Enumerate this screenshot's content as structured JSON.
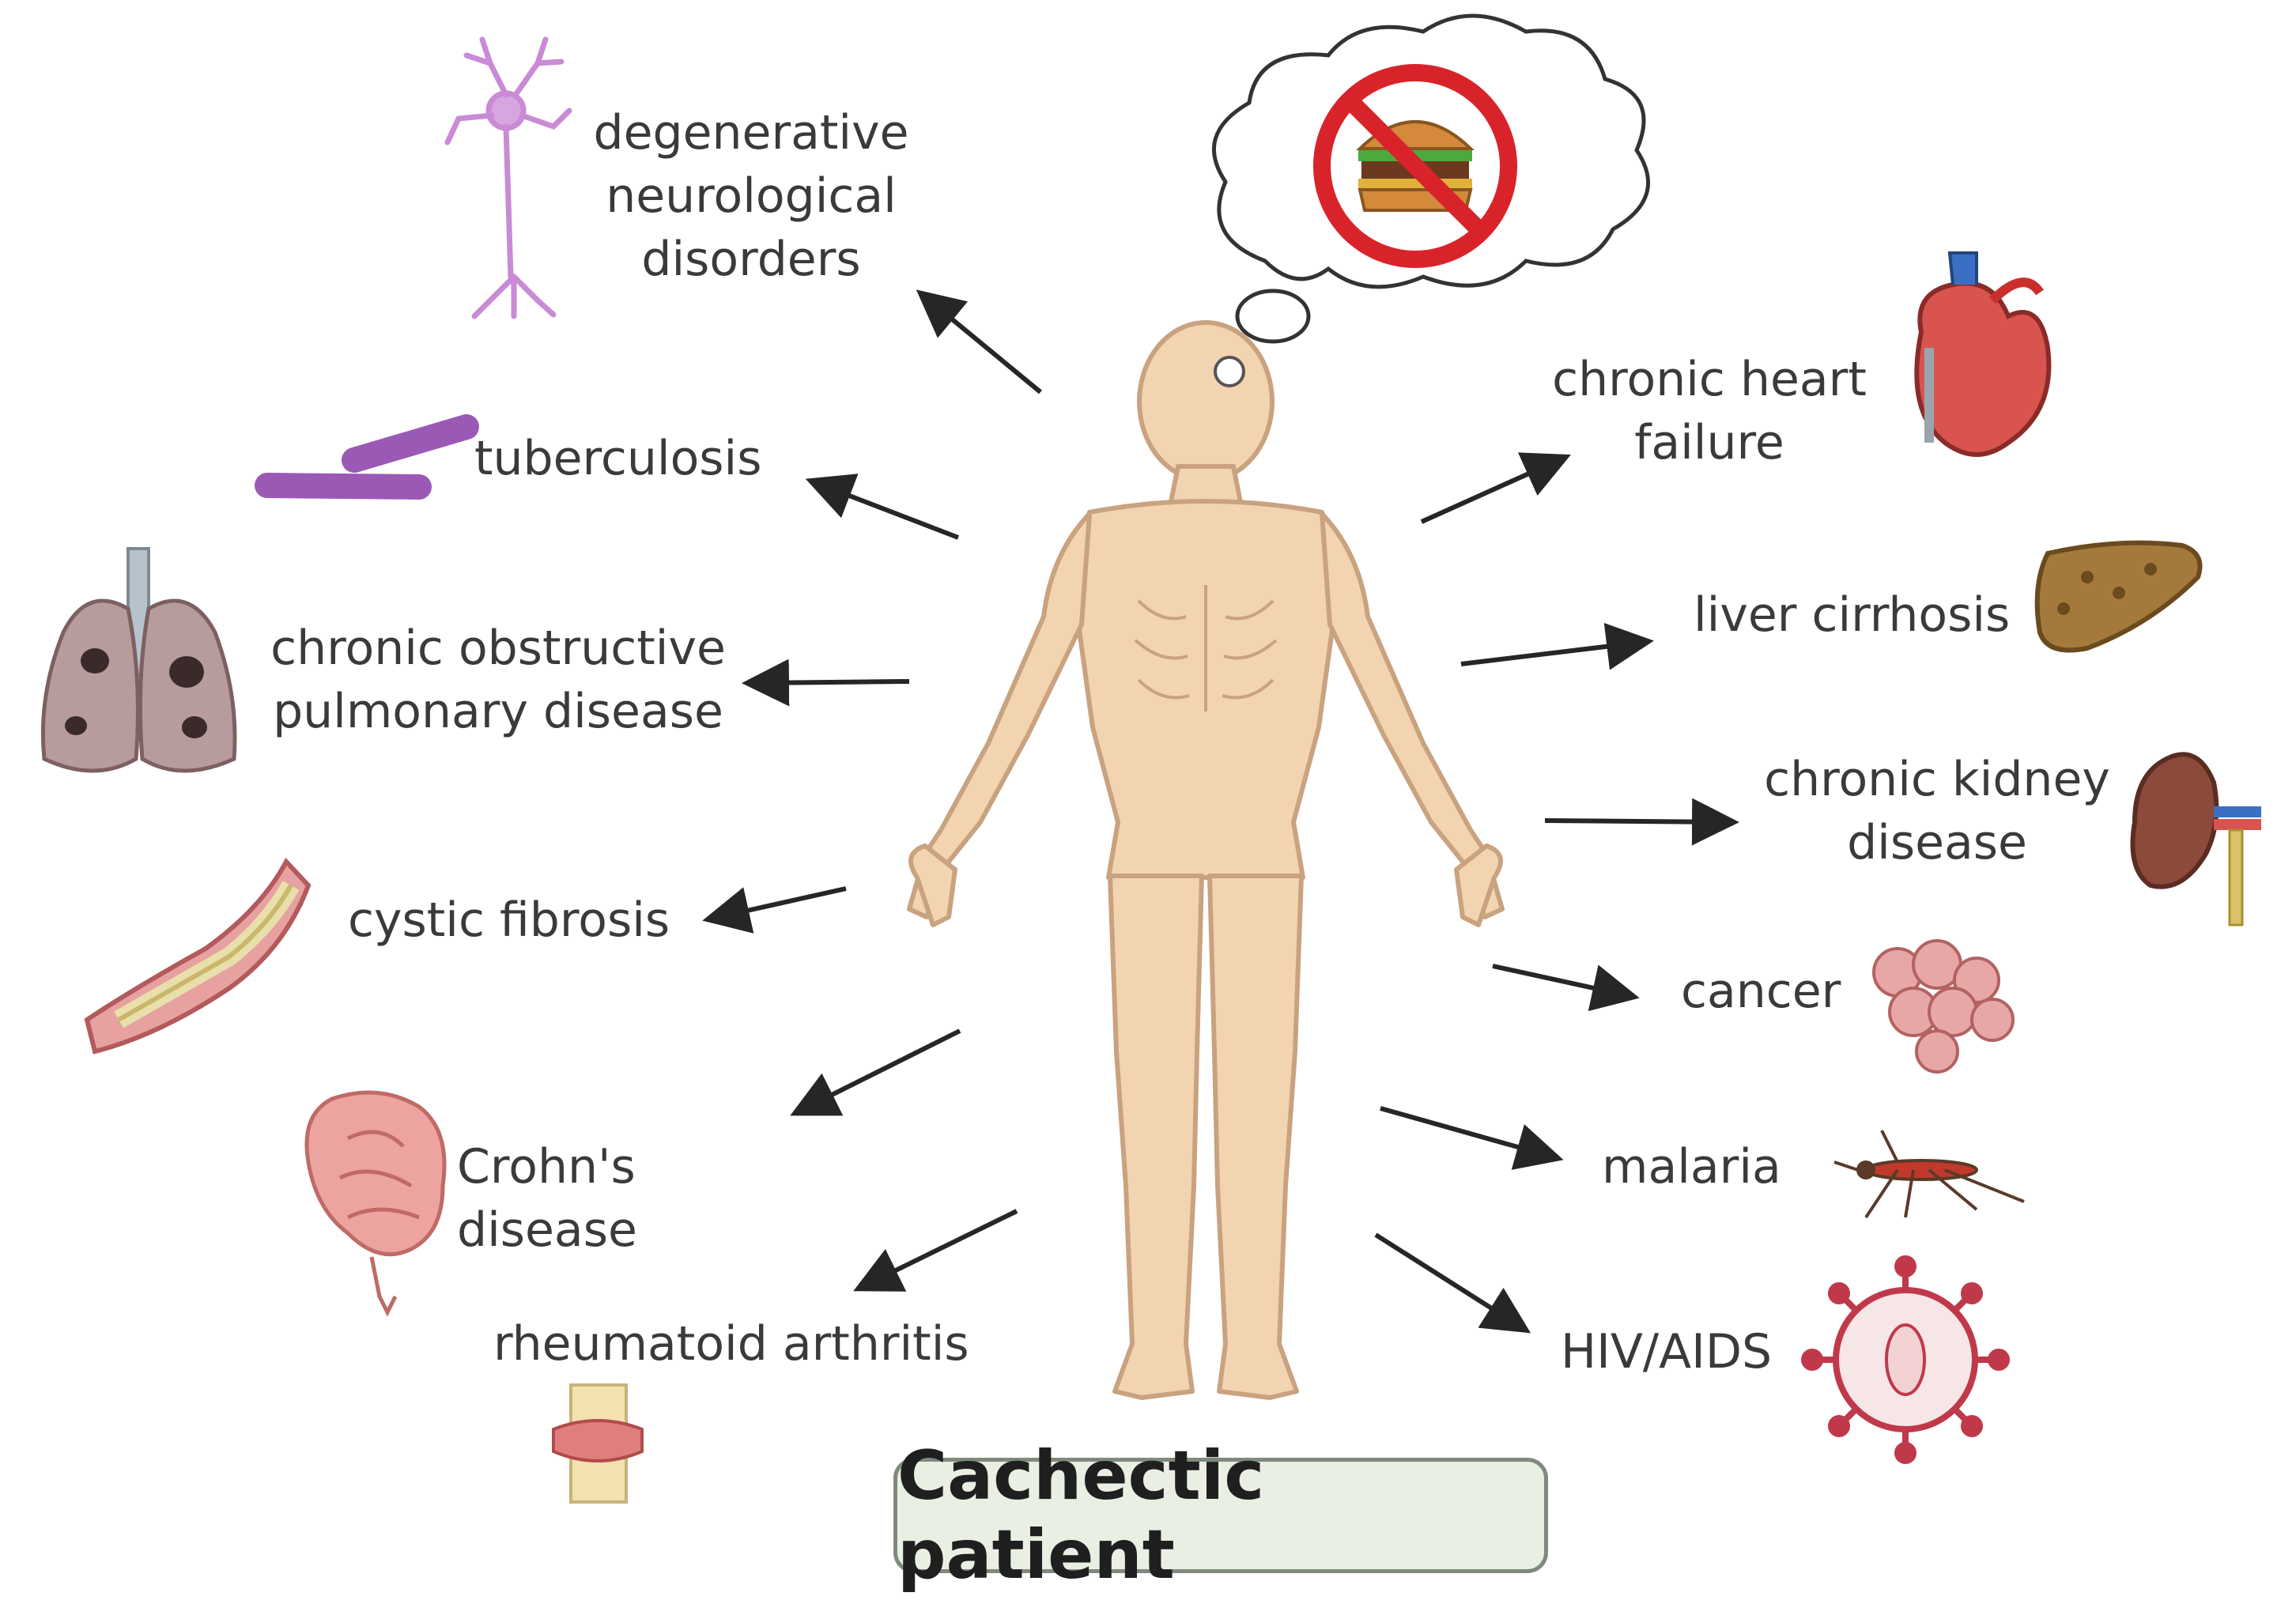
{
  "title": "Cachectic patient",
  "thought_icon": "no-burger-icon",
  "conditions": [
    {
      "label": "degenerative\nneurological\ndisorders",
      "icon": "neuron-icon"
    },
    {
      "label": "tuberculosis",
      "icon": "bacteria-icon"
    },
    {
      "label": "chronic obstructive\npulmonary disease",
      "icon": "lungs-icon"
    },
    {
      "label": "cystic fibrosis",
      "icon": "airway-icon"
    },
    {
      "label": "Crohn's disease",
      "icon": "intestine-icon"
    },
    {
      "label": "rheumatoid arthritis",
      "icon": "joint-icon"
    },
    {
      "label": "chronic heart\nfailure",
      "icon": "heart-icon"
    },
    {
      "label": "liver cirrhosis",
      "icon": "liver-icon"
    },
    {
      "label": "chronic kidney\ndisease",
      "icon": "kidney-icon"
    },
    {
      "label": "cancer",
      "icon": "tumor-cells-icon"
    },
    {
      "label": "malaria",
      "icon": "mosquito-icon"
    },
    {
      "label": "HIV/AIDS",
      "icon": "virus-icon"
    }
  ],
  "colors": {
    "skin": "#f2d4b0",
    "skin_outline": "#c9a27f",
    "arrow": "#262626",
    "title_bg": "#e9efe3",
    "prohibition_red": "#d9232a"
  }
}
